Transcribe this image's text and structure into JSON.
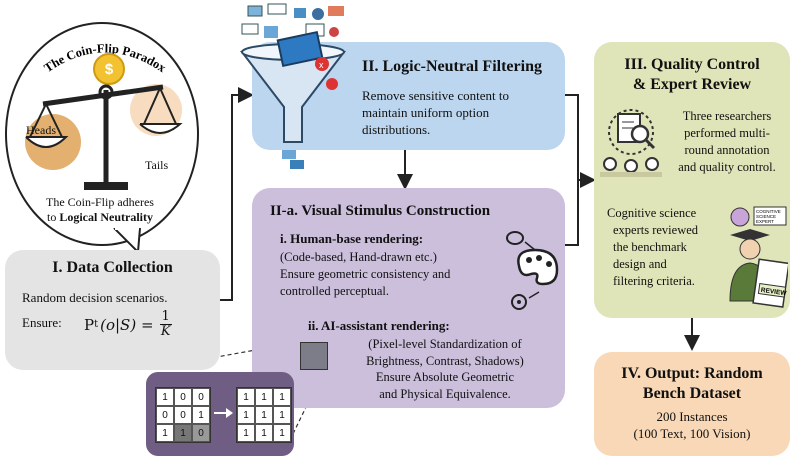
{
  "data_collection": {
    "bubble_title": "The Coin-Flip Paradox",
    "heads": "Heads",
    "tails": "Tails",
    "coin_symbol": "$",
    "adheres_line1": "The Coin-Flip adheres",
    "adheres_to": "to ",
    "adheres_bold": "Logical Neutrality",
    "title": "I. Data Collection",
    "desc": "Random decision scenarios.",
    "ensure": "Ensure:",
    "formula_lhs": "P",
    "formula_sub": "t",
    "formula_args": "(o|S) =",
    "formula_num": "1",
    "formula_den": "K"
  },
  "filtering": {
    "title": "II. Logic-Neutral Filtering",
    "desc_lines": [
      "Remove sensitive content to",
      "maintain uniform option",
      "distributions."
    ]
  },
  "visual": {
    "title": "II-a. Visual Stimulus Construction",
    "human_title": "i. Human-base rendering:",
    "human_lines": [
      "(Code-based, Hand-drawn etc.)",
      "Ensure geometric consistency and",
      "controlled perceptual."
    ],
    "ai_title": "ii. AI-assistant rendering:",
    "ai_lines": [
      "(Pixel-level Standardization of",
      "Brightness, Contrast, Shadows)",
      "Ensure Absolute Geometric",
      "and Physical Equivalence."
    ],
    "grid_before": [
      "1",
      "0",
      "0",
      "0",
      "0",
      "1",
      "1",
      "1",
      "0"
    ],
    "grid_after": [
      "1",
      "1",
      "1",
      "1",
      "1",
      "1",
      "1",
      "1",
      "1"
    ]
  },
  "quality": {
    "title_lines": [
      "III. Quality Control",
      "& Expert Review"
    ],
    "researchers_lines": [
      "Three researchers",
      "performed multi-",
      "round annotation",
      "and quality control."
    ],
    "experts_lines": [
      "Cognitive science",
      "experts reviewed",
      "the benchmark",
      "design and",
      "filtering criteria."
    ],
    "badge_text": [
      "COGNITIVE",
      "SCIENCE",
      "EXPERT"
    ],
    "review_label": "REVIEW"
  },
  "output": {
    "title_lines": [
      "IV. Output: Random",
      "Bench Dataset"
    ],
    "instances": "200 Instances",
    "split": "(100 Text, 100 Vision)"
  },
  "colors": {
    "gray": "#e4e4e4",
    "blue": "#bcd6ef",
    "purple": "#cbbfdc",
    "green": "#dfe5b8",
    "orange": "#f8d8b6",
    "dark_purple": "#6f5d83"
  }
}
